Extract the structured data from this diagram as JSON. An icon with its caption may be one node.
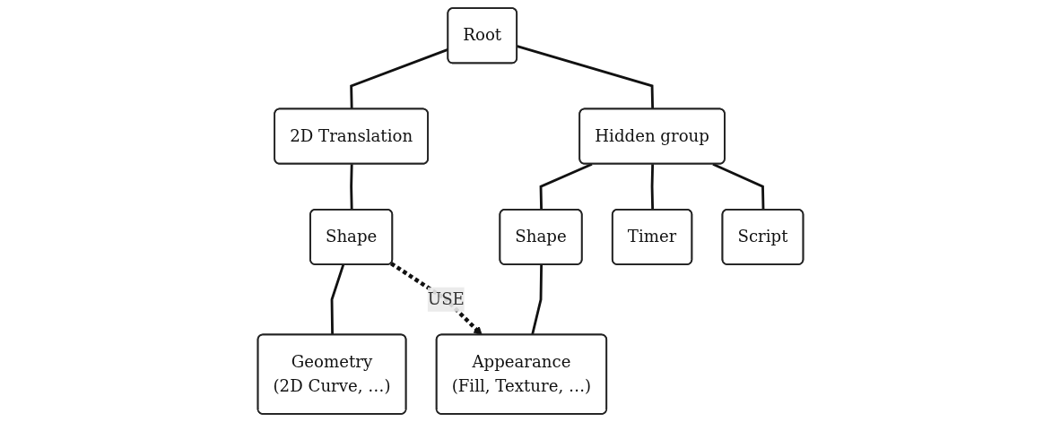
{
  "diagram": {
    "nodes": [
      {
        "text": [
          "Root"
        ]
      },
      {
        "text": [
          "2D Translation"
        ]
      },
      {
        "text": [
          "Hidden group"
        ]
      },
      {
        "text": [
          "Shape"
        ]
      },
      {
        "text": [
          "Shape"
        ]
      },
      {
        "text": [
          "Timer"
        ]
      },
      {
        "text": [
          "Script"
        ]
      },
      {
        "text": [
          "Geometry",
          "(2D Curve, …)"
        ]
      },
      {
        "text": [
          "Appearance",
          "(Fill, Texture, …)"
        ]
      }
    ],
    "edges": [
      {
        "from": 0,
        "to": 1,
        "arrow": "none"
      },
      {
        "from": 0,
        "to": 2,
        "arrow": "none"
      },
      {
        "from": 1,
        "to": 3,
        "arrow": "none"
      },
      {
        "from": 2,
        "to": 4,
        "arrow": "none"
      },
      {
        "from": 2,
        "to": 5,
        "arrow": "none"
      },
      {
        "from": 2,
        "to": 6,
        "arrow": "none"
      },
      {
        "from": 3,
        "to": 7,
        "arrow": "none"
      },
      {
        "from": 4,
        "to": 8,
        "arrow": "none"
      },
      {
        "from": 3,
        "to": 8,
        "arrow": "to",
        "label": "USE",
        "style": "dashed"
      }
    ]
  }
}
